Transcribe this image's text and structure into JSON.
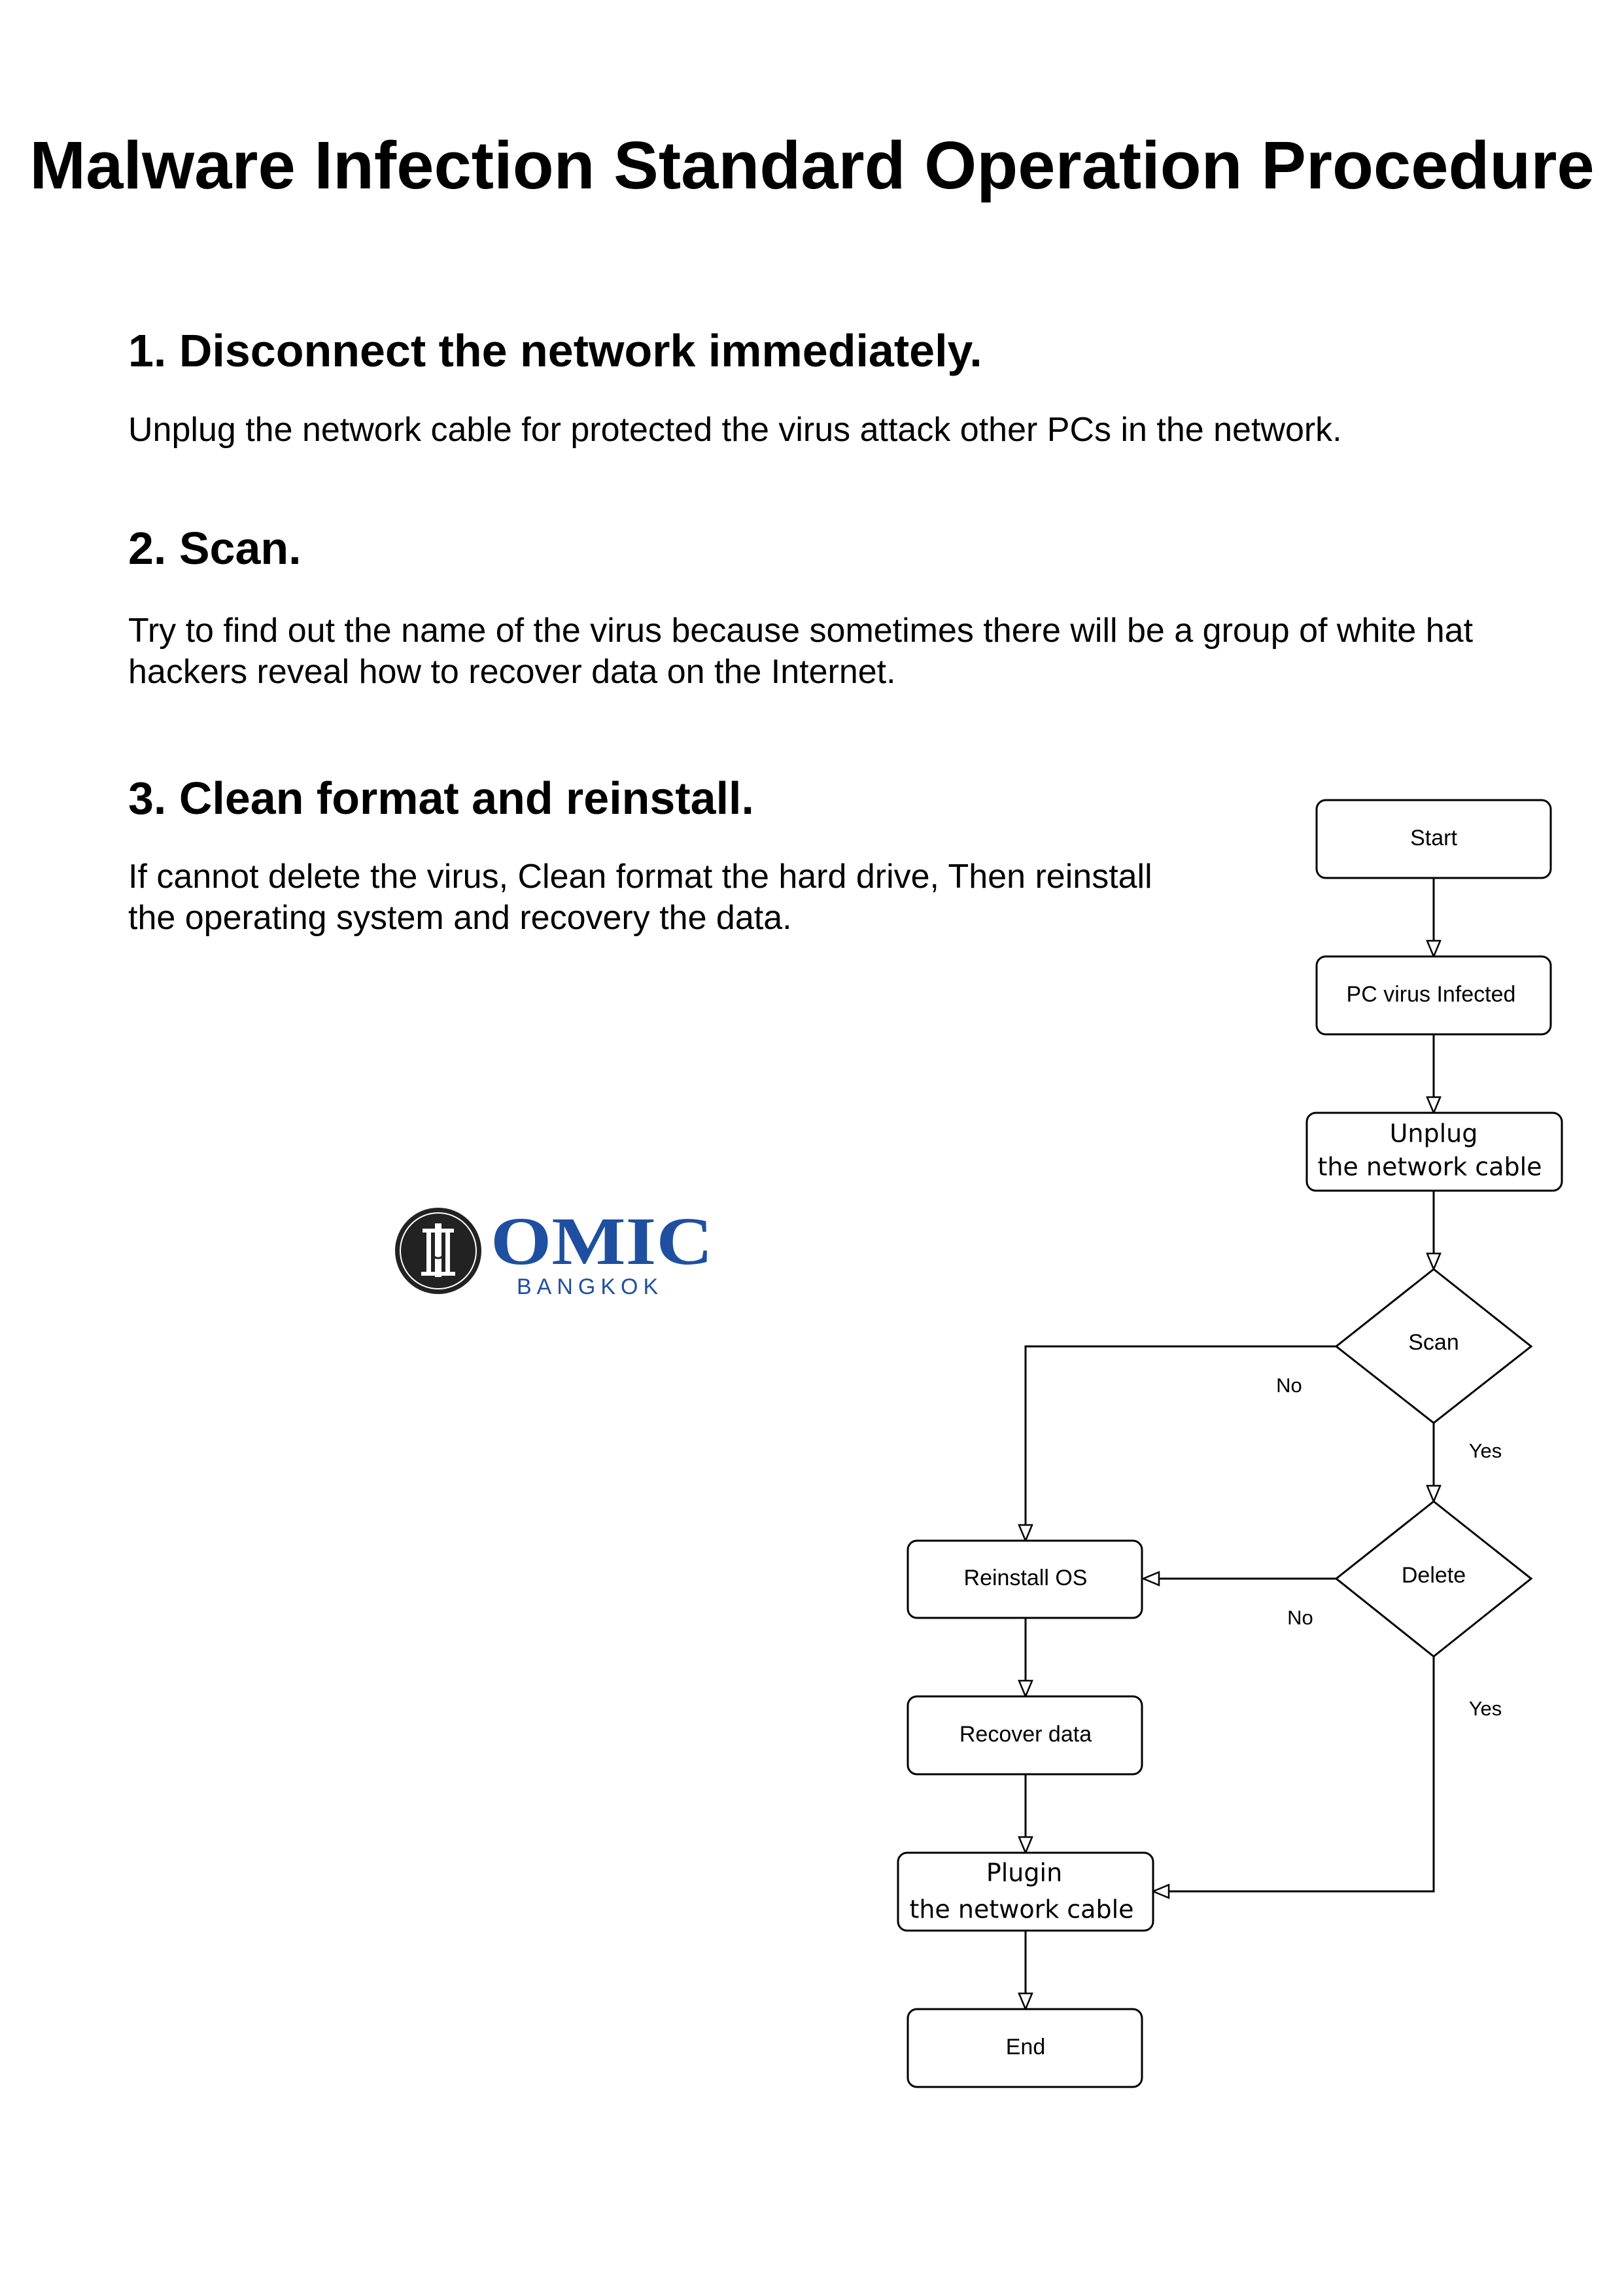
{
  "title": "Malware Infection Standard Operation Procedure",
  "sections": [
    {
      "heading": "1. Disconnect the network immediately.",
      "body": "Unplug the network cable for protected the virus attack other PCs in the network."
    },
    {
      "heading": "2. Scan.",
      "body": "Try to find out the name of the virus because sometimes there will be a group of white hat hackers reveal how to recover data on the Internet."
    },
    {
      "heading": "3. Clean format and reinstall.",
      "body": "If cannot delete the virus, Clean format the hard drive, Then reinstall the operating system and recovery the data."
    }
  ],
  "logo": {
    "name": "OMIC",
    "subtitle": "BANGKOK",
    "brand_color": "#1f4fa0"
  },
  "flowchart": {
    "nodes": {
      "start": "Start",
      "infected": "PC virus Infected",
      "unplug_line1": "Unplug",
      "unplug_line2": "the network cable",
      "scan": "Scan",
      "delete": "Delete",
      "reinstall": "Reinstall OS",
      "recover": "Recover data",
      "plugin_line1": "Plugin",
      "plugin_line2": "the network cable",
      "end": "End"
    },
    "edges": {
      "scan_no": "No",
      "scan_yes": "Yes",
      "delete_no": "No",
      "delete_yes": "Yes"
    }
  }
}
